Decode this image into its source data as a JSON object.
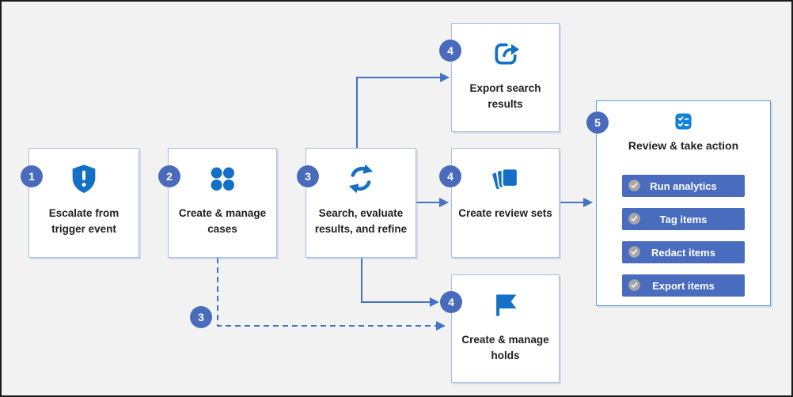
{
  "colors": {
    "background": "#f2f2f2",
    "box_border": "#a9bfdf",
    "panel_border": "#5b9fd6",
    "badge_blue": "#4a6abc",
    "arrow_blue": "#4472c4",
    "icon_blue": "#1470c6",
    "checklist_icon_blue": "#0f83d6",
    "action_button_blue": "#4a6cbe",
    "check_circle_gray": "#a7a7a7",
    "text": "#1f1f1f"
  },
  "steps": {
    "escalate": {
      "number": "1",
      "label": "Escalate from trigger event",
      "icon": "shield-alert-icon"
    },
    "cases": {
      "number": "2",
      "label": "Create & manage cases",
      "icon": "dots-grid-icon"
    },
    "search": {
      "number": "3",
      "label": "Search, evaluate results, and refine",
      "icon": "sync-arrows-icon"
    },
    "export_search": {
      "number": "4",
      "label": "Export search results",
      "icon": "share-export-icon"
    },
    "review_sets": {
      "number": "4",
      "label": "Create review sets",
      "icon": "layers-icon"
    },
    "holds": {
      "number": "4",
      "label": "Create & manage holds",
      "icon": "flag-icon"
    },
    "branch": {
      "number": "3"
    }
  },
  "panel": {
    "number": "5",
    "title": "Review & take action",
    "icon": "checklist-icon",
    "actions": [
      "Run analytics",
      "Tag items",
      "Redact items",
      "Export items"
    ]
  }
}
